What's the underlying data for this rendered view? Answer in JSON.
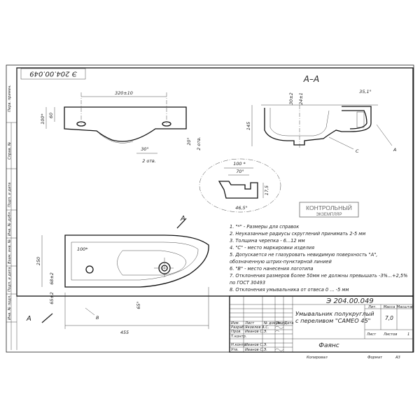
{
  "drawing": {
    "number": "Э 204.00.049",
    "number_rotated": "Э 204.00.049",
    "section_label": "А–А",
    "section_marker": "А",
    "view_labels": {
      "B": "В",
      "C": "С",
      "A_leader": "А"
    },
    "dimensions": {
      "top_width": "320±10",
      "top_height": "100*",
      "top_inner": "60",
      "top_angle": "30°",
      "top_count_left": "2 отв.",
      "top_small": "20°",
      "top_count_right": "2 отв.",
      "sec_top": "30±2",
      "sec_depth": "24±1",
      "sec_angle": "35,1°",
      "sec_height": "145",
      "detail_width": "100 *",
      "detail_inner": "70°",
      "detail_height": "17,5",
      "detail_angle": "46,5°",
      "plan_100": "100*",
      "plan_250": "250",
      "plan_68": "68±2",
      "plan_65_side": "65±2",
      "plan_65_angle": "65°",
      "plan_455": "455"
    },
    "stamp": {
      "line1": "КОНТРОЛЬНЫЙ",
      "line2": "ЭКЗЕМПЛЯР"
    },
    "notes": [
      "1. \"*\" - Размеры для справок",
      "2. Неуказанные радиусы скруглений принимать 2-5 мм",
      "3. Толщина черепка - 6...12 мм",
      "4. \"С\" - место маркировки изделия",
      "5. Допускается не глазуровать невидимую поверхность \"А\",",
      "обозначенную штрих-пунктирной линией",
      "6. \"В\" - место нанесения логотипа",
      "7. Отклонения размеров более 50мм не должны превышать -3%...+2,5%",
      "по ГОСТ 30493",
      "8. Отклонения умывальника от отвеса 0 ... -5 мм"
    ],
    "side_strip": [
      "Перв. примен.",
      "Справ. №",
      "Подп. и дата",
      "Инв. № дубл.",
      "Взам. инв. №",
      "Подп. и дата",
      "Инв. № подл."
    ],
    "title_block": {
      "number": "Э 204.00.049",
      "title_line1": "Умывальник полукруглый",
      "title_line2": "с переливом \"САМЕО 45\"",
      "material": "Фаянс",
      "col_lit": "Лит.",
      "col_mass": "Масса",
      "col_scale": "Масштаб",
      "mass": "7,0",
      "sheet_label": "Лист",
      "sheets_label": "Листов",
      "sheets_value": "1",
      "header_cells": [
        "Изм.",
        "Лист",
        "№ докум.",
        "Подп.",
        "Дата"
      ],
      "rows": [
        {
          "role": "Разраб.",
          "name": "Яковлев А.С."
        },
        {
          "role": "Пров.",
          "name": "Иванов С.Э."
        },
        {
          "role": "Т.контр.",
          "name": ""
        },
        {
          "role": "Н.контр.",
          "name": "Иванов С.Э."
        },
        {
          "role": "Утв.",
          "name": "Иванов С.Э."
        }
      ],
      "copied": "Копировал",
      "format_label": "Формат",
      "format_value": "А3"
    }
  }
}
